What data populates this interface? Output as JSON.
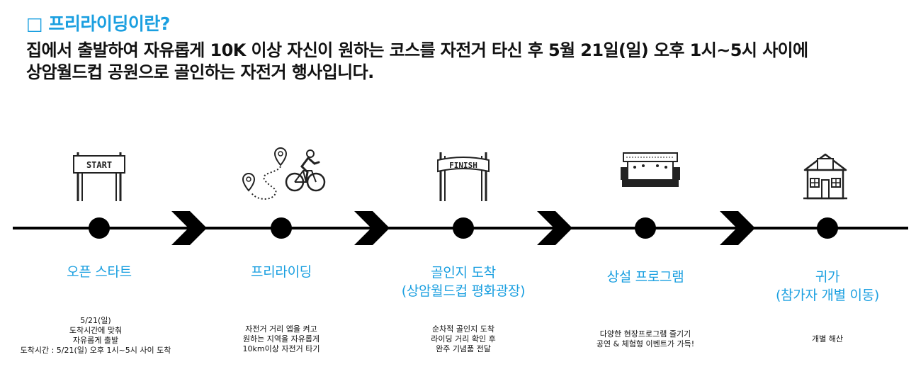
{
  "heading": "□ 프리라이딩이란?",
  "description": [
    "집에서 출발하여 자유롭게 10K 이상 자신이 원하는 코스를 자전거 타신 후 5월 21일(일) 오후 1시~5시 사이에",
    "상암월드컵 공원으로 골인하는 자전거 행사입니다."
  ],
  "sign_text": {
    "start": "START",
    "finish": "FINISH"
  },
  "stages": [
    {
      "icon": "start-sign-icon",
      "title_lines": [
        "오픈 스타트"
      ],
      "desc_lines": [
        "5/21(일)",
        "도착시간에 맞춰",
        "자유롭게 출발",
        "도착시간 : 5/21(일) 오후 1시~5시 사이 도착"
      ]
    },
    {
      "icon": "cyclist-route-icon",
      "title_lines": [
        "프리라이딩"
      ],
      "desc_lines": [
        "자전거 거리 앱을 켜고",
        "원하는 지역을 자유롭게",
        "10km이상 자전거 타기"
      ]
    },
    {
      "icon": "finish-sign-icon",
      "title_lines": [
        "골인지 도착",
        "(상암월드컵 평화광장)"
      ],
      "desc_lines": [
        "순차적 골인지 도착",
        "라이딩 거리 확인 후",
        "완주 기념품 전달"
      ]
    },
    {
      "icon": "stage-icon",
      "title_lines": [
        "상설 프로그램"
      ],
      "desc_lines": [
        "다양한 현장프로그램 즐기기",
        "공연 & 체험형 이벤트가 가득!"
      ]
    },
    {
      "icon": "house-icon",
      "title_lines": [
        "귀가",
        "(참가자 개별 이동)"
      ],
      "desc_lines": [
        "개별 해산"
      ]
    }
  ],
  "colors": {
    "accent": "#1a9fe0",
    "text": "#111111",
    "line": "#000000"
  }
}
